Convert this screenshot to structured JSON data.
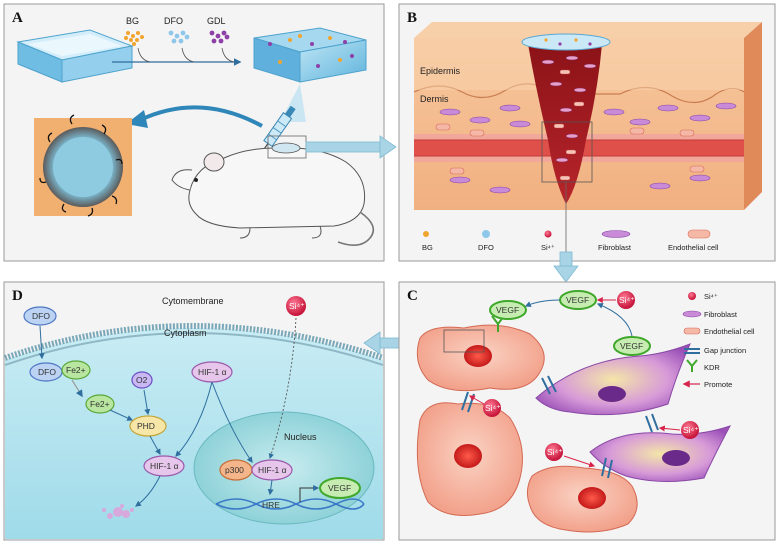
{
  "panels": {
    "a": {
      "letter": "A",
      "materials": [
        "BG",
        "DFO",
        "GDL"
      ]
    },
    "b": {
      "letter": "B",
      "layers": {
        "epidermis": "Epidermis",
        "dermis": "Dermis"
      },
      "legend": [
        "BG",
        "DFO",
        "Si⁴⁺",
        "Fibroblast",
        "Endothelial cell"
      ]
    },
    "c": {
      "letter": "C",
      "vegf": "VEGF",
      "si": "Si⁴⁺",
      "legend": [
        "Si⁴⁺",
        "Fibroblast",
        "Endothelial cell",
        "Gap junction",
        "KDR",
        "Promote"
      ]
    },
    "d": {
      "letter": "D",
      "cytomembrane": "Cytomembrane",
      "cytoplasm": "Cytoplasm",
      "nucleus": "Nucleus",
      "dfo": "DFO",
      "fe2": "Fe2+",
      "o2": "O2",
      "phd": "PHD",
      "hif": "HIF-1 α",
      "p300": "p300",
      "hre": "HRE",
      "vegf": "VEGF",
      "si": "Si⁴⁺"
    }
  },
  "colors": {
    "panel_bg": "#f4f4f4",
    "panel_border": "#9a9a9a",
    "skin": "#f2b88a",
    "wound": "#a3191f",
    "vessel": "#e0504a",
    "cell_pink": "#f7b3a0",
    "fibro_purple": "#b070c8",
    "vegf_green": "#5cc24a",
    "si_red": "#d8234a",
    "arrow_blue": "#3a7fb0",
    "big_arrow": "#a9d4e6"
  }
}
